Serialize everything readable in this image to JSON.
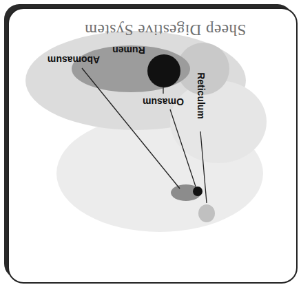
{
  "diagram": {
    "title": "Sheep Digestive System",
    "labels": [
      "Rumen",
      "Reticulum",
      "Omasum",
      "Abomasum"
    ]
  }
}
